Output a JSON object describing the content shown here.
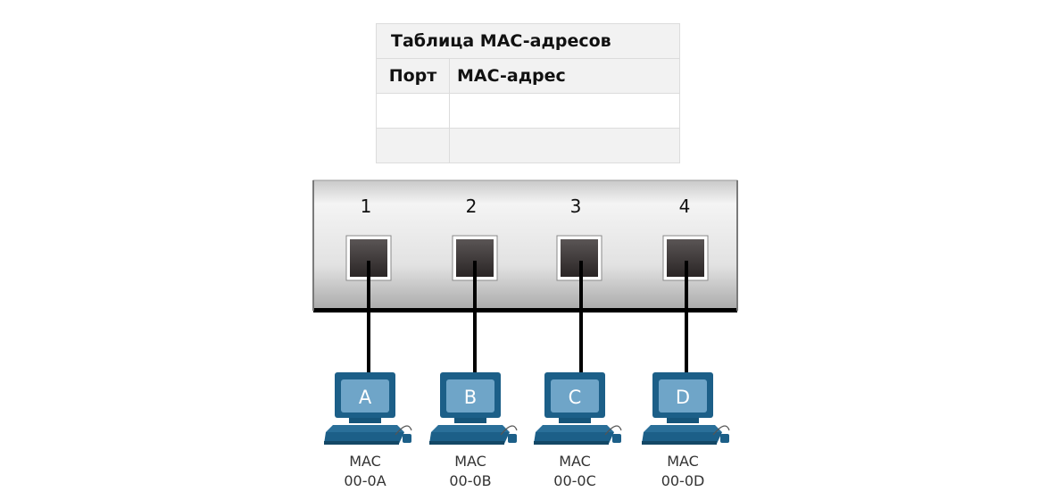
{
  "table": {
    "title": "Таблица MAC-адресов",
    "col_port": "Порт",
    "col_mac": "MAC-адрес",
    "rows": [
      [
        "",
        ""
      ],
      [
        "",
        ""
      ]
    ]
  },
  "switch": {
    "ports": [
      "1",
      "2",
      "3",
      "4"
    ]
  },
  "hosts": [
    {
      "letter": "A",
      "mac_label": "MAC",
      "mac": "00-0A",
      "port": "1"
    },
    {
      "letter": "B",
      "mac_label": "MAC",
      "mac": "00-0B",
      "port": "2"
    },
    {
      "letter": "C",
      "mac_label": "MAC",
      "mac": "00-0C",
      "port": "3"
    },
    {
      "letter": "D",
      "mac_label": "MAC",
      "mac": "00-0D",
      "port": "4"
    }
  ],
  "colors": {
    "pc_body": "#1c5f88",
    "pc_screen": "#6fa5c8",
    "switch_face": "#d4d4d4",
    "port_fill": "#3a3434",
    "cable": "#000000"
  }
}
